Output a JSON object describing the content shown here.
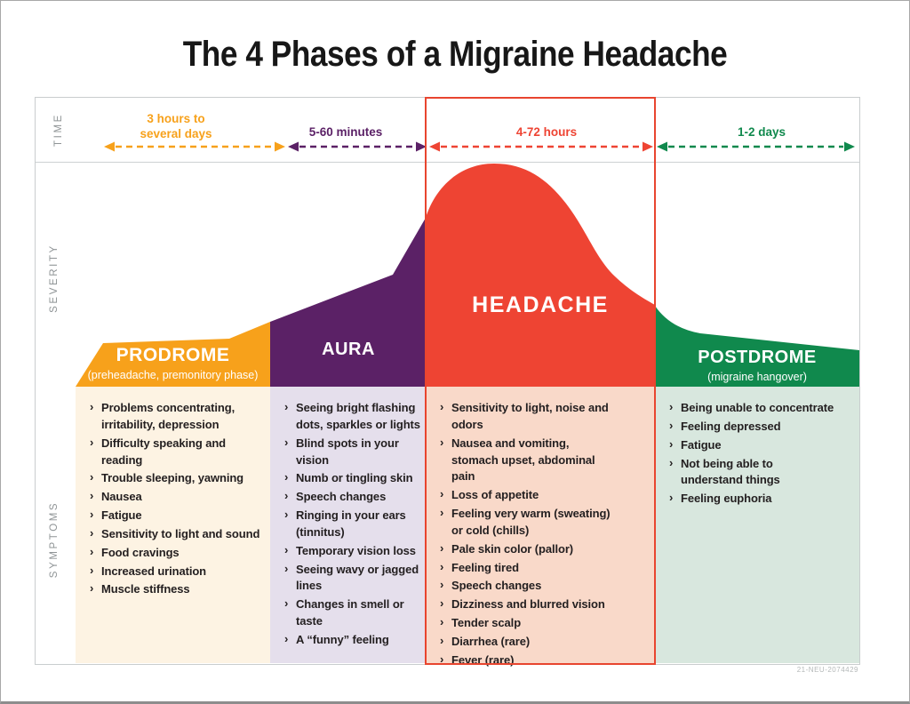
{
  "page": {
    "title": "The 4 Phases of a Migraine Headache",
    "footnote": "21-NEU-2074429"
  },
  "axes": {
    "time": "TIME",
    "severity": "SEVERITY",
    "symptoms": "SYMPTOMS"
  },
  "phases": [
    {
      "name": "PRODROME",
      "subtitle": "(preheadache, premonitory phase)",
      "duration": "3 hours to several days",
      "color": "#F7A11B",
      "tint": "#FDF3E3",
      "symptoms": [
        "Problems concentrating, irritability, depression",
        "Difficulty speaking and reading",
        "Trouble sleeping, yawning",
        "Nausea",
        "Fatigue",
        "Sensitivity to light and sound",
        "Food cravings",
        "Increased urination",
        "Muscle stiffness"
      ]
    },
    {
      "name": "AURA",
      "subtitle": "",
      "duration": "5-60 minutes",
      "color": "#5B2166",
      "tint": "#E5DFEC",
      "symptoms": [
        "Seeing bright flashing dots, sparkles or lights",
        "Blind spots in your vision",
        "Numb or tingling skin",
        "Speech changes",
        "Ringing in your ears (tinnitus)",
        "Temporary vision loss",
        "Seeing wavy or jagged lines",
        "Changes in smell or taste",
        "A “funny” feeling"
      ]
    },
    {
      "name": "HEADACHE",
      "subtitle": "",
      "duration": "4-72 hours",
      "color": "#EE4433",
      "tint": "#F9D9C9",
      "highlight_border": "#E8452F",
      "symptoms": [
        "Sensitivity to light, noise and odors",
        "Nausea and vomiting, stomach upset, abdominal pain",
        "Loss of appetite",
        "Feeling very warm (sweating) or cold (chills)",
        "Pale skin color (pallor)",
        "Feeling tired",
        "Speech changes",
        "Dizziness and blurred vision",
        "Tender scalp",
        "Diarrhea (rare)",
        "Fever (rare)"
      ]
    },
    {
      "name": "POSTDROME",
      "subtitle": "(migraine hangover)",
      "duration": "1-2 days",
      "color": "#10894D",
      "tint": "#D8E7DE",
      "symptoms": [
        "Being unable to concentrate",
        "Feeling depressed",
        "Fatigue",
        "Not being able to understand things",
        "Feeling euphoria"
      ]
    }
  ],
  "chart_data": {
    "type": "area",
    "title": "Migraine severity over time (stylized, not to scale)",
    "xlabel": "TIME",
    "ylabel": "SEVERITY",
    "categories": [
      "PRODROME",
      "AURA",
      "HEADACHE",
      "POSTDROME"
    ],
    "series": [
      {
        "name": "Severity",
        "qualitative_points": [
          [
            "prodrome start",
            0.2
          ],
          [
            "prodrome end",
            0.3
          ],
          [
            "aura end",
            0.75
          ],
          [
            "headache peak",
            1.0
          ],
          [
            "headache end",
            0.38
          ],
          [
            "postdrome start",
            0.37
          ],
          [
            "postdrome end",
            0.17
          ]
        ]
      }
    ],
    "legend": false,
    "grid": false
  }
}
